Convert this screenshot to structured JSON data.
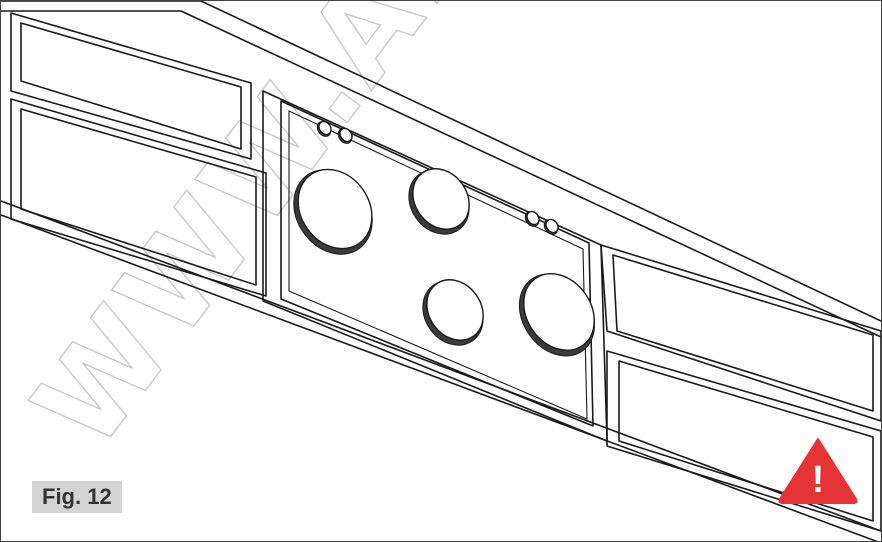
{
  "figure": {
    "label": "Fig. 12"
  },
  "watermark": {
    "text": "WWW.ALF"
  },
  "warning": {
    "icon": "warning-triangle-icon",
    "color": "#e63335",
    "glyph": "!"
  },
  "panel": {
    "hole_count_large": 4,
    "hole_count_small": 4
  }
}
